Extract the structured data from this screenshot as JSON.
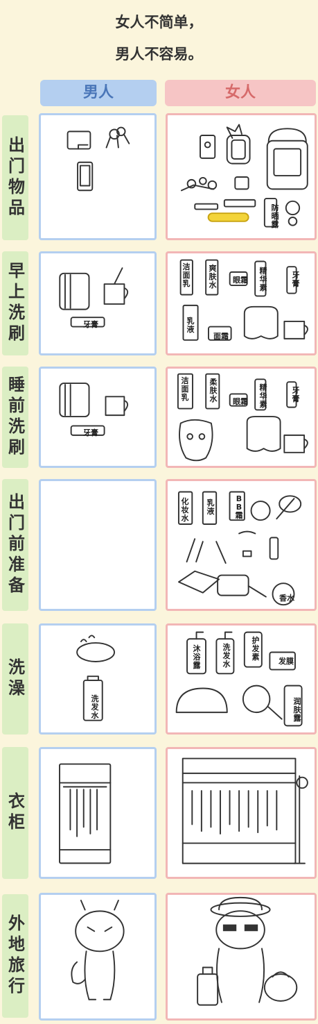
{
  "title": {
    "line1": "女人不简单，",
    "line2": "男人不容易。"
  },
  "columns": {
    "men": "男人",
    "women": "女人"
  },
  "rows": [
    {
      "label": "出门物品",
      "women_labels": [
        "防晒露"
      ]
    },
    {
      "label": "早上洗刷",
      "men_labels": [
        "牙膏"
      ],
      "women_labels": [
        "洁面乳",
        "爽肤水",
        "眼霜",
        "精华素",
        "牙膏",
        "乳液",
        "面霜"
      ]
    },
    {
      "label": "睡前洗刷",
      "men_labels": [
        "牙膏"
      ],
      "women_labels": [
        "洁面乳",
        "柔肤水",
        "眼霜",
        "精华素",
        "牙膏"
      ]
    },
    {
      "label": "出门前准备",
      "women_labels": [
        "化妆水",
        "乳液",
        "BB霜",
        "香水"
      ]
    },
    {
      "label": "洗澡",
      "men_labels": [
        "洗发水"
      ],
      "women_labels": [
        "沐浴露",
        "洗发水",
        "护发素",
        "发膜",
        "润肤露"
      ]
    },
    {
      "label": "衣柜"
    },
    {
      "label": "外地旅行"
    }
  ],
  "colors": {
    "background": "#fbf5dc",
    "men_accent": "#b4cff0",
    "women_accent": "#f2b6b6",
    "label_bg": "#dbeec3"
  }
}
